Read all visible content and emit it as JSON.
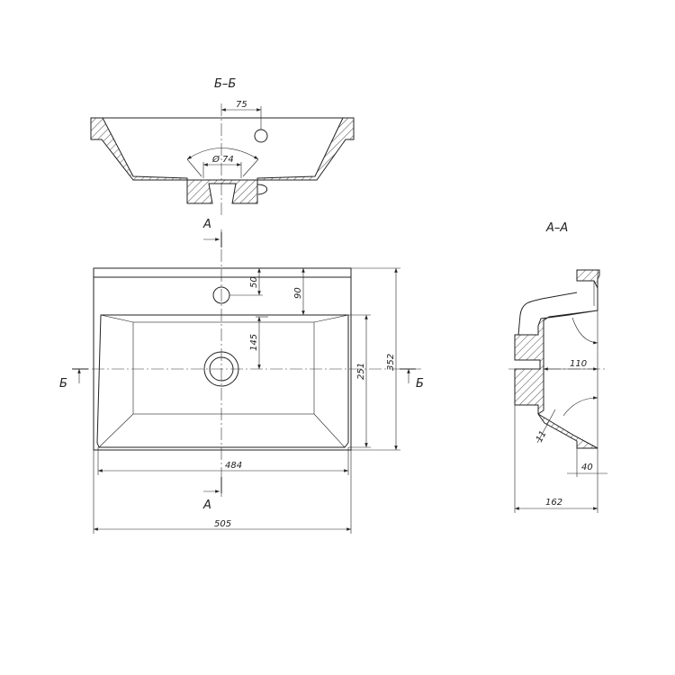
{
  "section_bb": {
    "title": "Б–Б",
    "dim_hole_offset": "75",
    "dim_drain_diameter": "Ø 74"
  },
  "plan": {
    "cut_a_top": "A",
    "cut_a_bottom": "A",
    "cut_b_left": "Б",
    "cut_b_right": "Б",
    "dim_tap_hole": "50",
    "dim_basin_edge": "90",
    "dim_drain_offset": "145",
    "dim_inner_depth": "251",
    "dim_outer_depth": "352",
    "dim_inner_width": "484",
    "dim_outer_width": "505"
  },
  "section_aa": {
    "title": "A–A",
    "dim_drain_depth": "110",
    "dim_wall": "11",
    "dim_lip": "40",
    "dim_total": "162"
  }
}
